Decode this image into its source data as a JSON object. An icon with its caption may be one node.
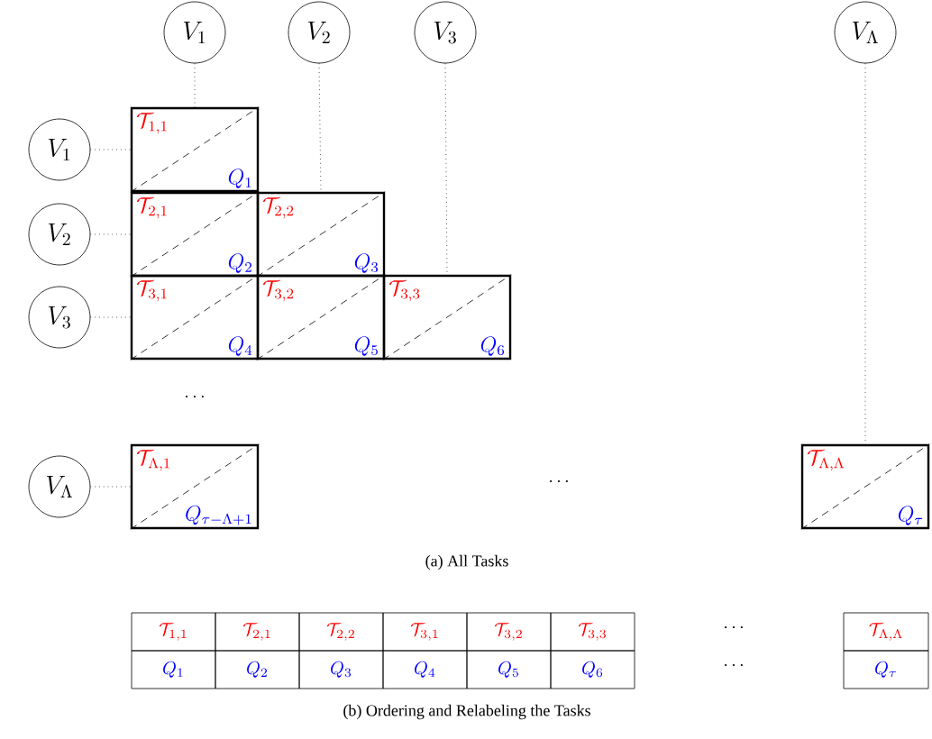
{
  "diagram": {
    "nodes": [
      {
        "text": [
          "V_1"
        ]
      },
      {
        "text": [
          "V_2"
        ]
      },
      {
        "text": [
          "V_3"
        ]
      },
      {
        "text": [
          "V_\\Lambda"
        ]
      },
      {
        "text": [
          "V_1"
        ]
      },
      {
        "text": [
          "V_2"
        ]
      },
      {
        "text": [
          "V_3"
        ]
      },
      {
        "text": [
          "V_\\Lambda"
        ]
      },
      {
        "text": [
          "\\mathcal{T}_{1,1}",
          "Q_1"
        ]
      },
      {
        "text": [
          "\\mathcal{T}_{2,1}",
          "Q_2"
        ]
      },
      {
        "text": [
          "\\mathcal{T}_{2,2}",
          "Q_3"
        ]
      },
      {
        "text": [
          "\\mathcal{T}_{3,1}",
          "Q_4"
        ]
      },
      {
        "text": [
          "\\mathcal{T}_{3,2}",
          "Q_5"
        ]
      },
      {
        "text": [
          "\\mathcal{T}_{3,3}",
          "Q_6"
        ]
      },
      {
        "text": [
          "\\mathcal{T}_{\\Lambda,1}",
          "Q_{\\tau-\\Lambda+1}"
        ]
      },
      {
        "text": [
          "\\mathcal{T}_{\\Lambda,\\Lambda}",
          "Q_\\tau"
        ]
      }
    ],
    "edges": [
      {
        "from": 0,
        "to": 8,
        "arrow": "none"
      },
      {
        "from": 1,
        "to": 10,
        "arrow": "none"
      },
      {
        "from": 2,
        "to": 13,
        "arrow": "none"
      },
      {
        "from": 3,
        "to": 15,
        "arrow": "none"
      },
      {
        "from": 4,
        "to": 8,
        "arrow": "none"
      },
      {
        "from": 5,
        "to": 9,
        "arrow": "none"
      },
      {
        "from": 6,
        "to": 11,
        "arrow": "none"
      },
      {
        "from": 7,
        "to": 14,
        "arrow": "none"
      }
    ],
    "labels": [
      "\\dots",
      "\\dots",
      "(a) All Tasks",
      "\\mathcal{T}_{1,1}",
      "\\mathcal{T}_{2,1}",
      "\\mathcal{T}_{2,2}",
      "\\mathcal{T}_{3,1}",
      "\\mathcal{T}_{3,2}",
      "\\mathcal{T}_{3,3}",
      "\\dots",
      "\\mathcal{T}_{\\Lambda,\\Lambda}",
      "Q_1",
      "Q_2",
      "Q_3",
      "Q_4",
      "Q_5",
      "Q_6",
      "\\dots",
      "Q_\\tau",
      "(b) Ordering and Relabeling the Tasks"
    ]
  }
}
